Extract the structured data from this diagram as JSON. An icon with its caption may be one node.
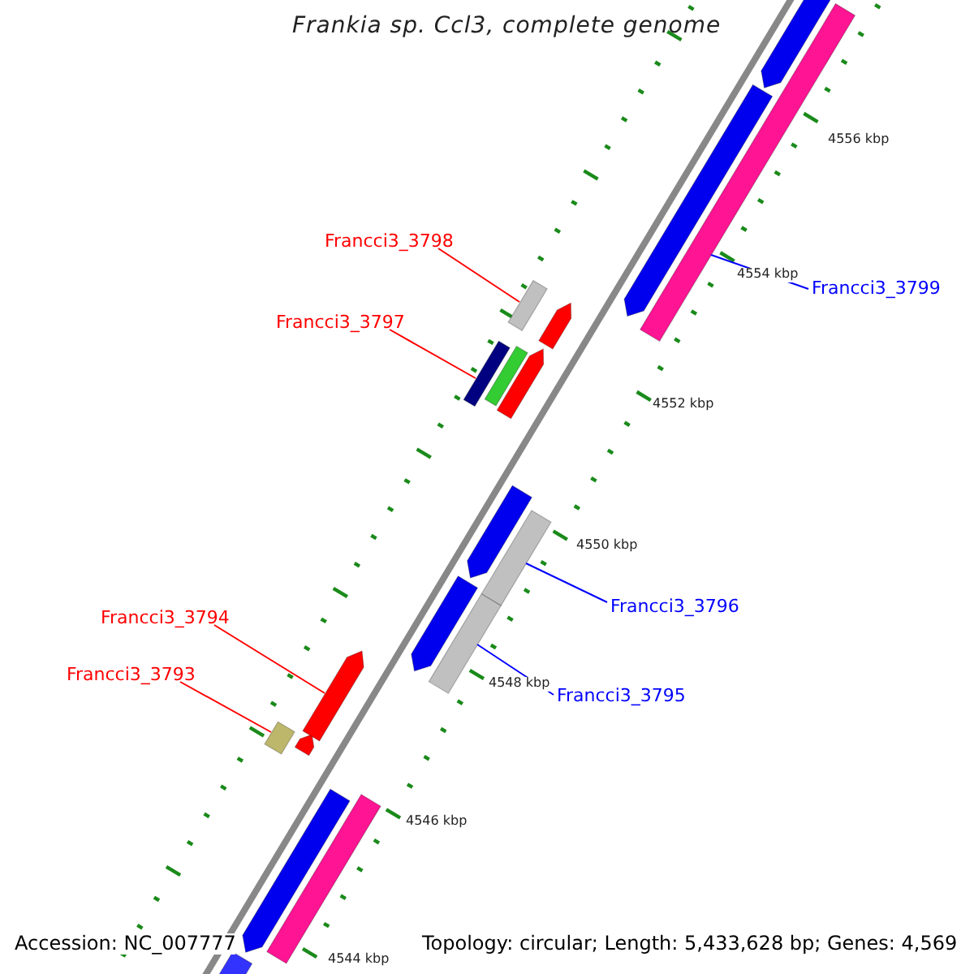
{
  "diagram": {
    "title": "Frankia sp. Ccl3, complete genome",
    "nodes": [
      {
        "text": [
          "Francci3_3798"
        ]
      },
      {
        "text": [
          "Francci3_3799"
        ]
      },
      {
        "text": [
          "Francci3_3797"
        ]
      },
      {
        "text": [
          "Francci3_3796"
        ]
      },
      {
        "text": [
          "Francci3_3794"
        ]
      },
      {
        "text": [
          "Francci3_3795"
        ]
      },
      {
        "text": [
          "Francci3_3793"
        ]
      },
      {
        "text": [],
        "shape": "box"
      },
      {
        "text": [],
        "shape": "bar"
      },
      {
        "text": [],
        "shape": "bar"
      },
      {
        "text": [],
        "shape": "bar"
      },
      {
        "text": [],
        "shape": "arrow"
      },
      {
        "text": [],
        "shape": "bar"
      },
      {
        "text": [],
        "shape": "box"
      }
    ],
    "edges": [
      {
        "from": 0,
        "to": 7,
        "arrow": "none"
      },
      {
        "from": 1,
        "to": 8,
        "arrow": "none",
        "color": "#0000ff"
      },
      {
        "from": 2,
        "to": 9,
        "arrow": "none"
      },
      {
        "from": 3,
        "to": 10,
        "arrow": "none",
        "color": "#0000ff"
      },
      {
        "from": 4,
        "to": 11,
        "arrow": "none"
      },
      {
        "from": 5,
        "to": 12,
        "arrow": "none",
        "color": "#0000ff"
      },
      {
        "from": 6,
        "to": 13,
        "arrow": "none"
      }
    ],
    "labels": [
      "4556 kbp",
      "4554 kbp",
      "4552 kbp",
      "4550 kbp",
      "4548 kbp",
      "4546 kbp",
      "4544 kbp",
      "Accession: NC_007777",
      "Topology: circular; Length: 5,433,628 bp; Genes: 4,569"
    ]
  }
}
